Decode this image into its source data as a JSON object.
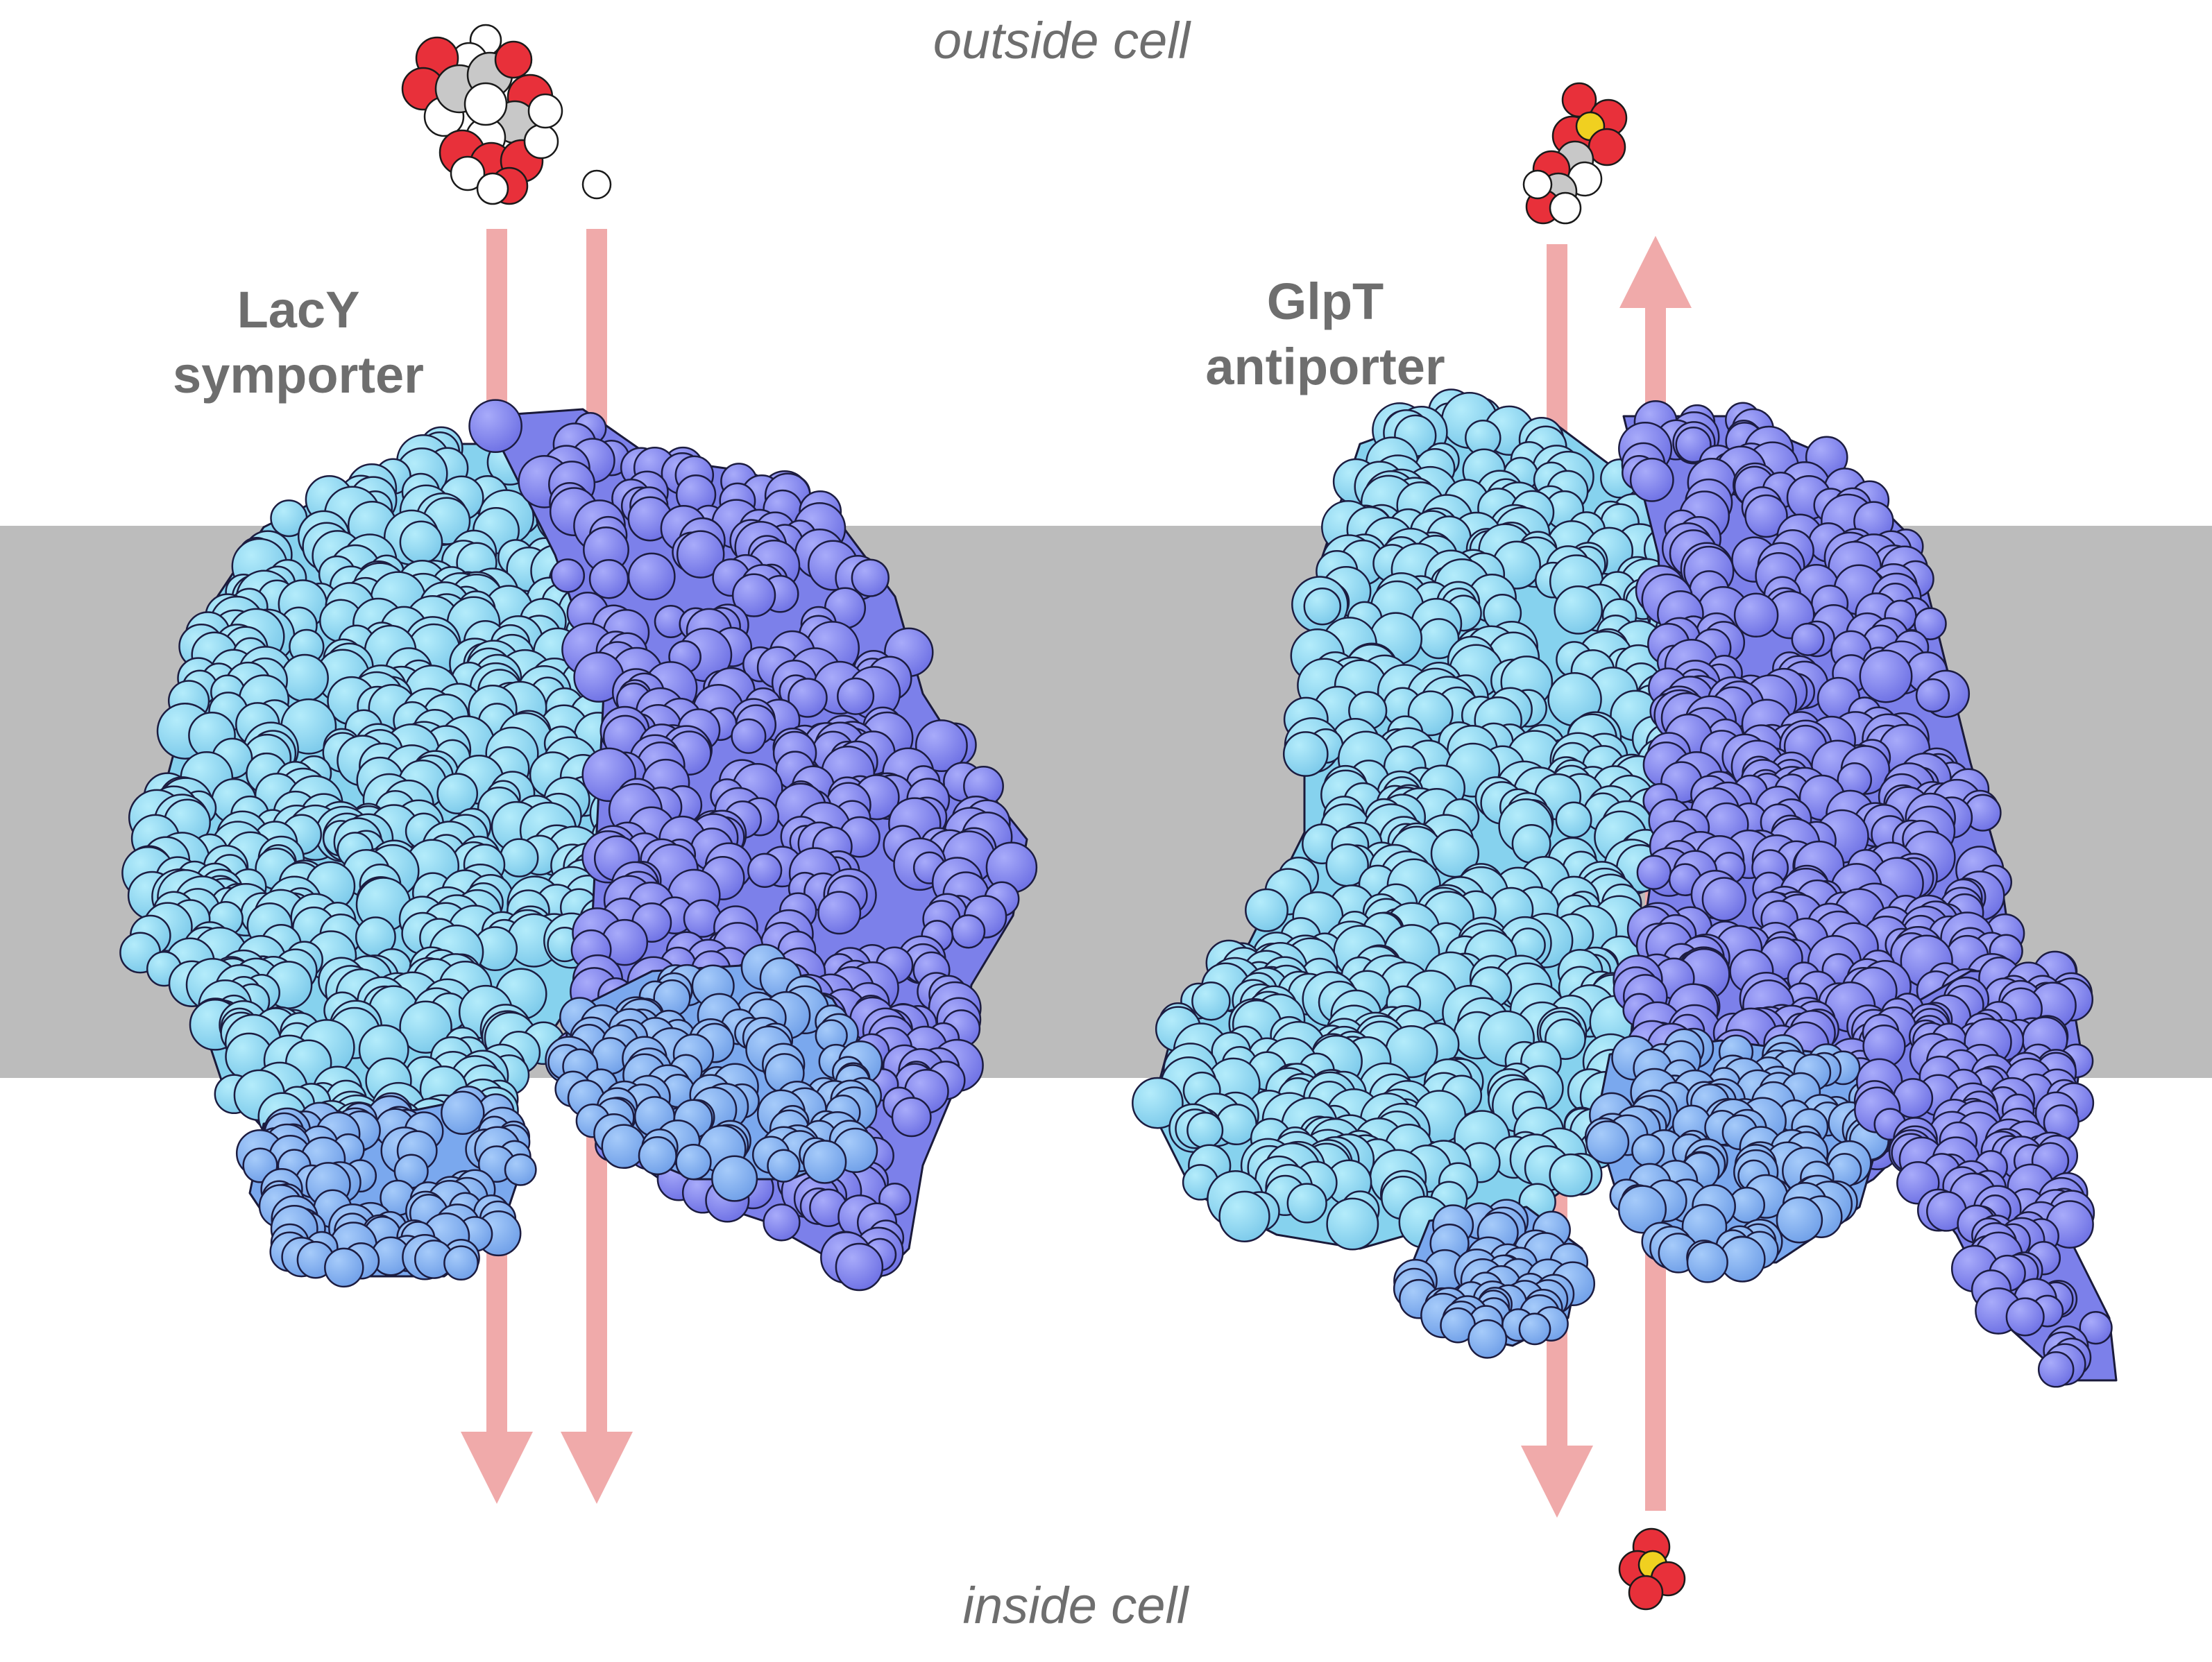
{
  "labels": {
    "outside": "outside cell",
    "inside": "inside cell",
    "lacy_line1": "LacY",
    "lacy_line2": "symporter",
    "glpt_line1": "GlpT",
    "glpt_line2": "antiporter"
  },
  "colors": {
    "membrane": "#bcbcbc",
    "arrow": "#f0aaaa",
    "domain_light": "#8fdcf2",
    "domain_mid": "#86b6f4",
    "domain_dark": "#8a8ef0",
    "oxygen": "#e8303a",
    "carbon": "#c8c8c8",
    "hydrogen": "#ffffff",
    "sulfur_phosphorus": "#f0d020",
    "label_text": "#6e6e6e"
  }
}
